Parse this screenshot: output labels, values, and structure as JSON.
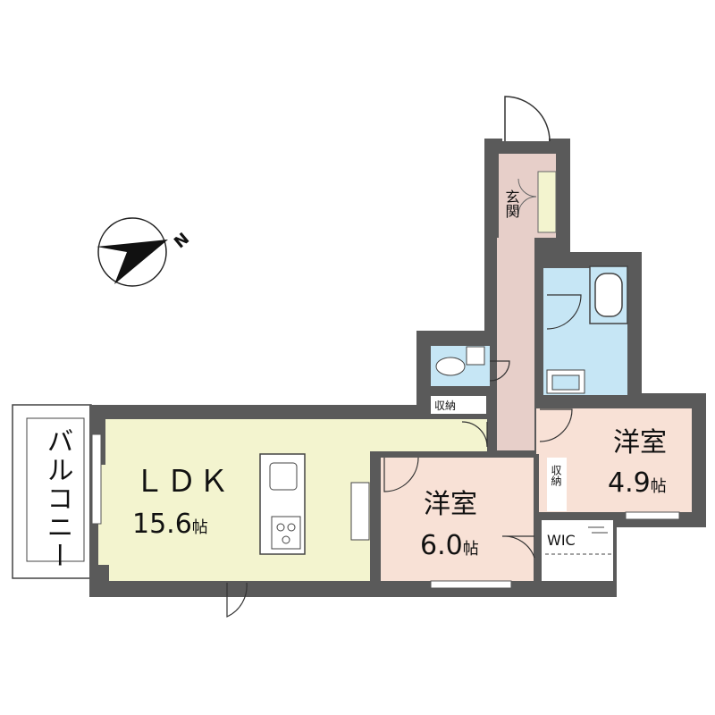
{
  "rooms": {
    "ldk": {
      "name": "ＬＤＫ",
      "size": "15.6",
      "unit": "帖",
      "fill": "#f3f4cf"
    },
    "bedroom_6": {
      "name": "洋室",
      "size": "6.0",
      "unit": "帖",
      "fill": "#f8e1d6"
    },
    "bedroom_49": {
      "name": "洋室",
      "size": "4.9",
      "unit": "帖",
      "fill": "#f8e1d6"
    },
    "entrance": {
      "name": "玄関",
      "fill": "#e7cfc9"
    },
    "corridor": {
      "fill": "#e7cfc9"
    },
    "storage_ldk": {
      "name": "収納"
    },
    "storage_small": {
      "name": "収納"
    },
    "wic": {
      "name": "WIC"
    },
    "balcony": {
      "name": "バルコニー"
    },
    "bath_fill": "#c6e6f5"
  },
  "compass": {
    "label": "N"
  },
  "colors": {
    "wall": "#555555",
    "floor_wet": "#c6e6f5",
    "floor_ldk": "#f3f4cf",
    "floor_room": "#f8e1d6"
  }
}
